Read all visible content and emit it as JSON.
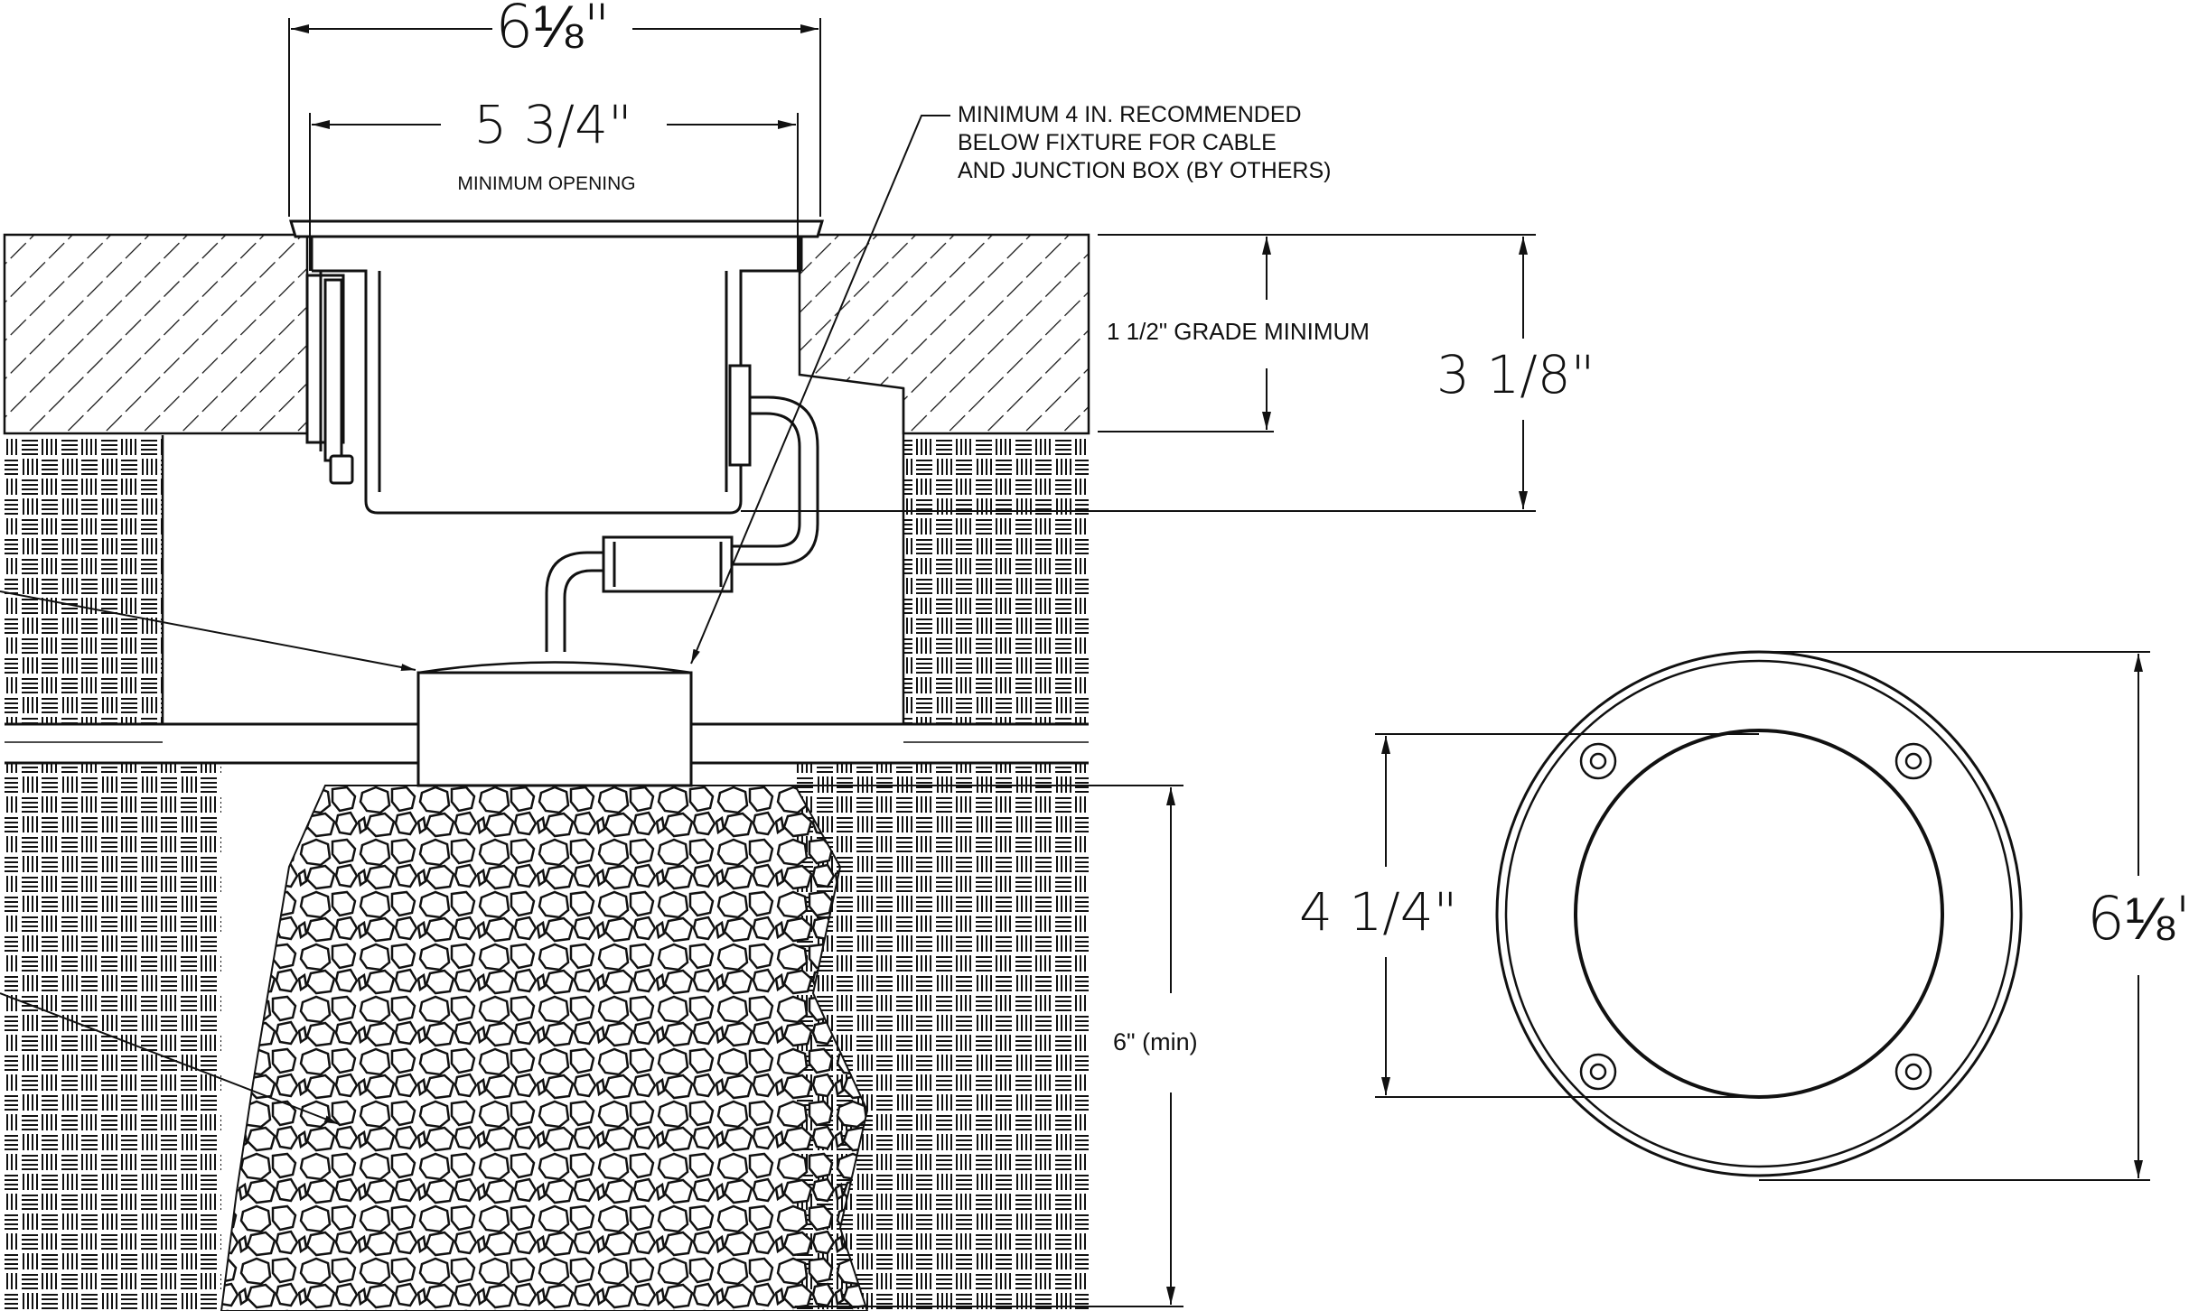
{
  "dimensions": {
    "overall_width": "6⅛\"",
    "min_opening_width": "5 3/4\"",
    "min_opening_label": "MINIMUM OPENING",
    "grade_min": "1 1/2\" GRADE MINIMUM",
    "depth": "3 1/8\"",
    "gravel_depth": "6\" (min)",
    "top_inner_diameter": "4 1/4\"",
    "top_outer_diameter": "6⅛\""
  },
  "note": {
    "line1": "MINIMUM 4 IN. RECOMMENDED",
    "line2": "BELOW FIXTURE FOR CABLE",
    "line3": "AND JUNCTION BOX (BY OTHERS)"
  },
  "colors": {
    "line": "#111111",
    "background": "#ffffff"
  }
}
